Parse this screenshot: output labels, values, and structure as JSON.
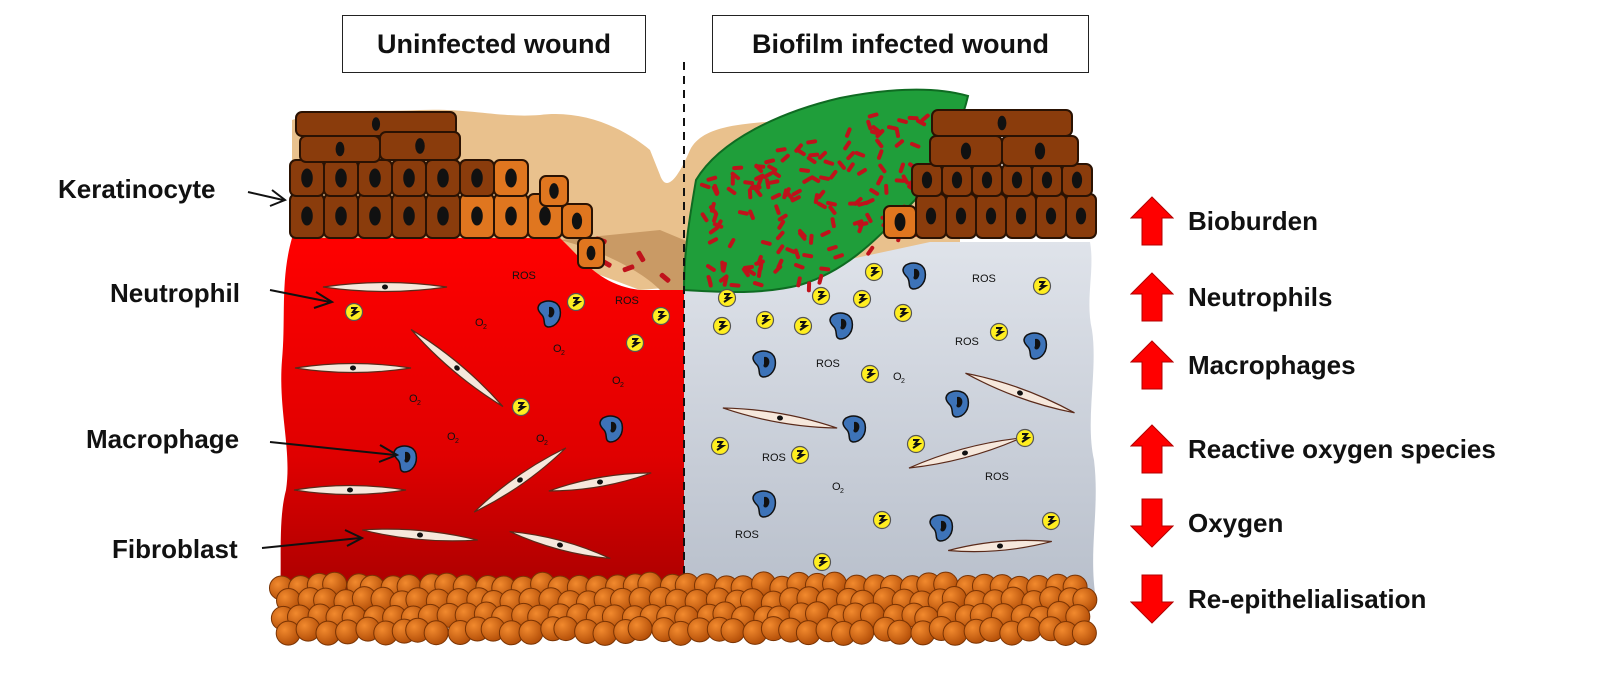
{
  "titles": {
    "uninfected": "Uninfected wound",
    "infected": "Biofilm infected wound"
  },
  "cell_labels": {
    "keratinocyte": "Keratinocyte",
    "neutrophil": "Neutrophil",
    "macrophage": "Macrophage",
    "fibroblast": "Fibroblast"
  },
  "molecule_labels": {
    "ros": "ROS",
    "oxygen": "O",
    "oxygen_subscript": "2"
  },
  "effects": [
    {
      "label": "Bioburden",
      "direction": "up"
    },
    {
      "label": "Neutrophils",
      "direction": "up"
    },
    {
      "label": "Macrophages",
      "direction": "up"
    },
    {
      "label": "Reactive oxygen species",
      "direction": "up"
    },
    {
      "label": "Oxygen",
      "direction": "down"
    },
    {
      "label": "Re-epithelialisation",
      "direction": "down"
    }
  ],
  "colors": {
    "uninfected_tissue": "#e60000",
    "infected_tissue": "#c9d0dc",
    "biofilm": "#1f9e3a",
    "bacteria": "#c0121b",
    "keratinocyte": "#8a3c0c",
    "activated_keratinocyte": "#e0761f",
    "scab": "#e8c08a",
    "fat_cells": "#d2600f",
    "neutrophil": "#ffee20",
    "macrophage": "#3d73b8",
    "fibroblast": "#f6e8dc",
    "arrow": "#ff0000"
  }
}
